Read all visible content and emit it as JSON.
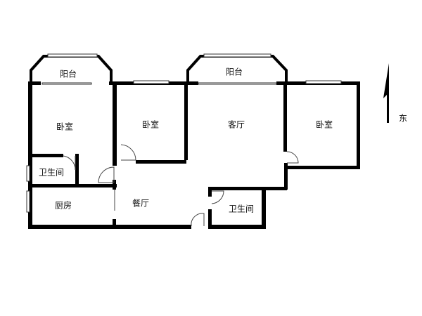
{
  "rooms": {
    "balcony_left": "阳台",
    "balcony_center": "阳台",
    "bedroom_left": "卧室",
    "bedroom_middle": "卧室",
    "living_room": "客厅",
    "bedroom_right": "卧室",
    "bathroom_left": "卫生间",
    "kitchen": "厨房",
    "dining_room": "餐厅",
    "bathroom_right": "卫生间"
  },
  "compass": {
    "label": "东",
    "icon": "north-arrow-icon"
  },
  "colors": {
    "wall": "#000000",
    "background": "#ffffff"
  }
}
